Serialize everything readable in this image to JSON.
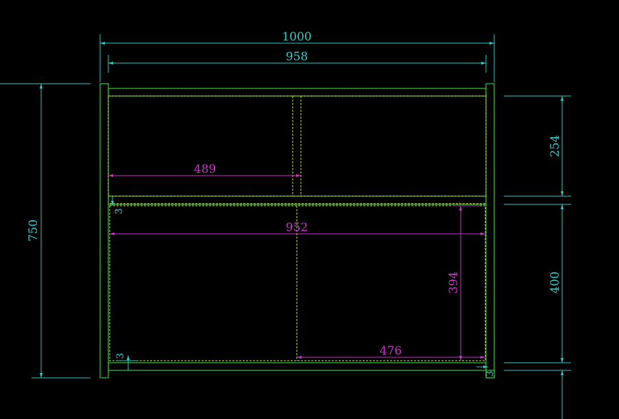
{
  "colors": {
    "background": "#000000",
    "outline": "#33cc33",
    "hidden_line": "#e6e633",
    "overall_dimension": "#33cccc",
    "inner_dimension": "#cc33cc"
  },
  "dimensions": {
    "overall_width": "1000",
    "inner_width": "958",
    "overall_height": "750",
    "upper_section_height": "254",
    "lower_section_height": "400",
    "upper_divider_width": "489",
    "lower_door_width": "952",
    "lower_door_height": "394",
    "lower_half_door_width": "476",
    "top_gap": "3",
    "bottom_gap": "3",
    "side_gap": "3"
  }
}
